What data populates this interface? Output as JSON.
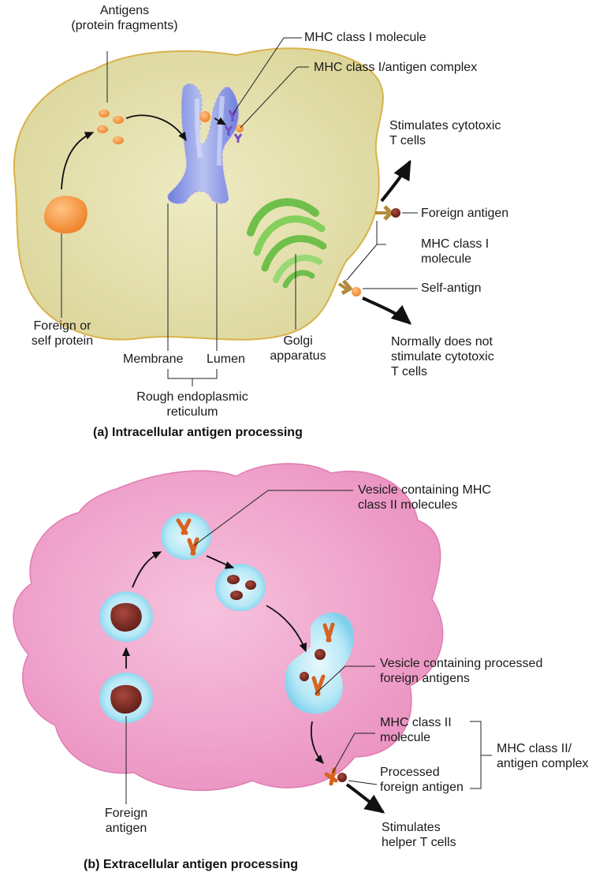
{
  "panel_a": {
    "caption": "(a) Intracellular antigen processing",
    "antigens_line1": "Antigens",
    "antigens_line2": "(protein fragments)",
    "mhc1_molecule": "MHC class I molecule",
    "mhc1_complex": "MHC class I/antigen complex",
    "stimulates_line1": "Stimulates cytotoxic",
    "stimulates_line2": "T cells",
    "foreign_antigen": "Foreign antigen",
    "mhc1_surface_line1": "MHC class I",
    "mhc1_surface_line2": "molecule",
    "self_antigen": "Self-antign",
    "normally_line1": "Normally does not",
    "normally_line2": "stimulate cytotoxic",
    "normally_line3": "T cells",
    "foreign_self_line1": "Foreign or",
    "foreign_self_line2": "self protein",
    "membrane": "Membrane",
    "lumen": "Lumen",
    "golgi_line1": "Golgi",
    "golgi_line2": "apparatus",
    "rer_line1": "Rough endoplasmic",
    "rer_line2": "reticulum"
  },
  "panel_b": {
    "caption": "(b) Extracellular antigen processing",
    "vesicle_mhc2_line1": "Vesicle containing MHC",
    "vesicle_mhc2_line2": "class II molecules",
    "vesicle_processed_line1": "Vesicle containing processed",
    "vesicle_processed_line2": "foreign antigens",
    "mhc2_molecule_line1": "MHC class II",
    "mhc2_molecule_line2": "molecule",
    "processed_line1": "Processed",
    "processed_line2": "foreign antigen",
    "mhc2_complex_line1": "MHC class II/",
    "mhc2_complex_line2": "antigen complex",
    "foreign_antigen_line1": "Foreign",
    "foreign_antigen_line2": "antigen",
    "stimulates_line1": "Stimulates",
    "stimulates_line2": "helper T cells"
  },
  "colors": {
    "cell_a_fill": "#e8e4b0",
    "cell_a_edge": "#d8b34a",
    "er_fill": "#8e9de6",
    "golgi": "#7dc552",
    "antigen_orange": "#f39a3c",
    "mhc_purple": "#7b4fc9",
    "cell_b_fill": "#f2a8cf",
    "vesicle_fill": "#8fd9ef",
    "antigen_maroon": "#7a2a22",
    "mhc2_orange": "#d9621e"
  }
}
